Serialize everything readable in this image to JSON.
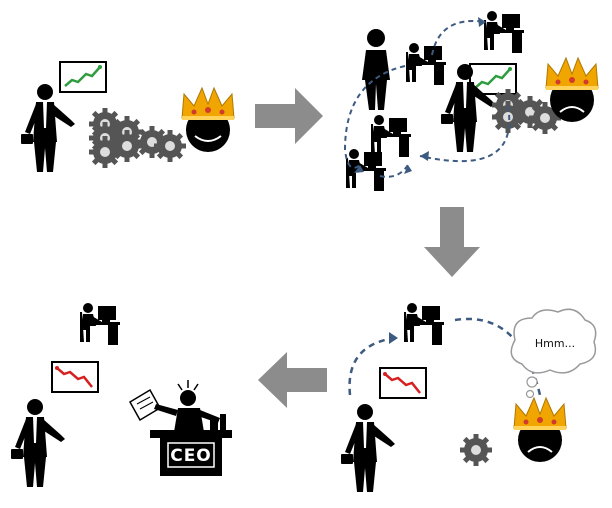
{
  "panels": {
    "top_left": {
      "chart_trend": "up"
    },
    "top_right": {
      "chart_trend": "up"
    },
    "bottom_right": {
      "thought_text": "Hmm...",
      "chart_trend": "down"
    },
    "bottom_left": {
      "desk_label": "CEO",
      "chart_trend": "down"
    }
  },
  "colors": {
    "arrow_gray": "#8c8c8c",
    "dashed_arrow": "#3d5a80",
    "chart_up": "#2e9c3f",
    "chart_down": "#d62020",
    "crown_gold": "#f0a500",
    "crown_gem": "#d23b2b"
  }
}
